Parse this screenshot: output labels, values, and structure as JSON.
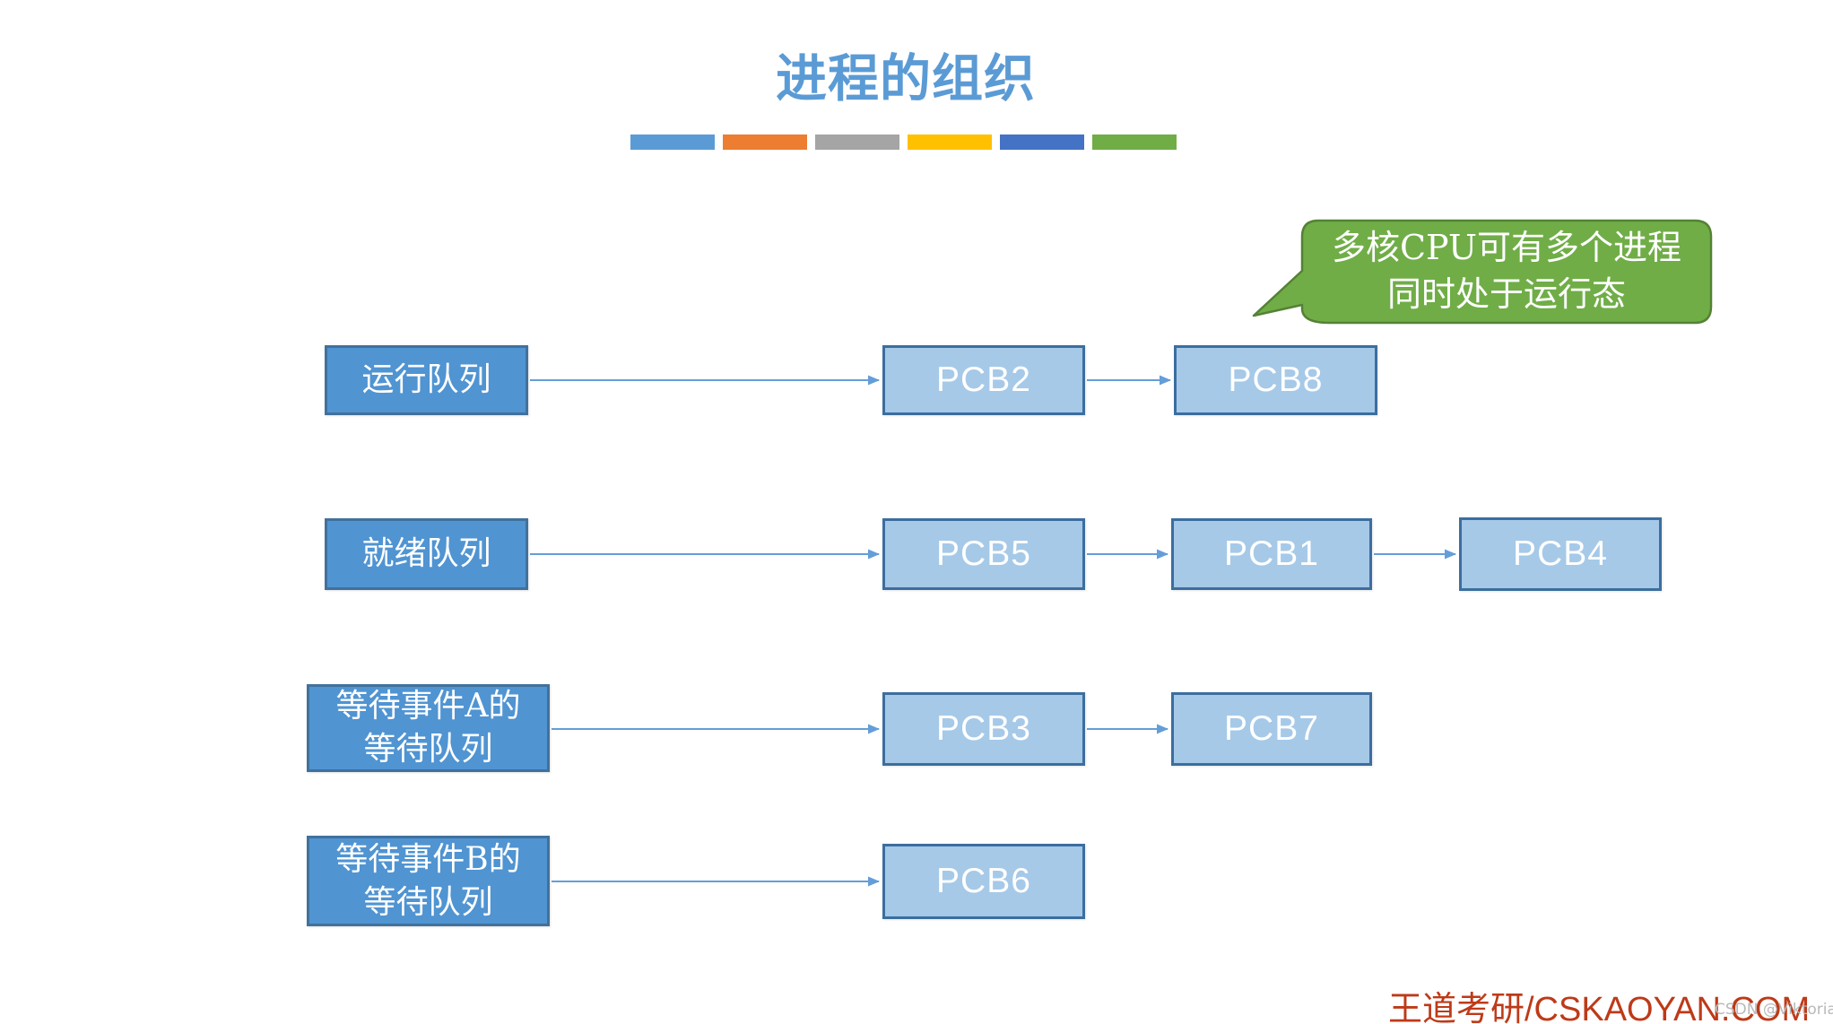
{
  "title": "进程的组织",
  "accent_bars": [
    "#5B9BD5",
    "#ED7D31",
    "#A5A5A5",
    "#FFC000",
    "#4472C4",
    "#70AD47"
  ],
  "callout": {
    "line1": "多核CPU可有多个进程",
    "line2": "同时处于运行态"
  },
  "rows": [
    {
      "label": "运行队列",
      "pcbs": [
        "PCB2",
        "PCB8"
      ]
    },
    {
      "label": "就绪队列",
      "pcbs": [
        "PCB5",
        "PCB1",
        "PCB4"
      ]
    },
    {
      "label": "等待事件A的\n等待队列",
      "pcbs": [
        "PCB3",
        "PCB7"
      ]
    },
    {
      "label": "等待事件B的\n等待队列",
      "pcbs": [
        "PCB6"
      ]
    }
  ],
  "footer": {
    "brand": "王道考研/CSKAOYAN.COM",
    "watermark": "CSDN @Viktoriae"
  },
  "colors": {
    "title-blue": "#5B9BD5",
    "arrow": "#649ED8",
    "queue-fill": "#5094D2",
    "queue-border": "#41719C",
    "pcb-fill": "#A6C9E8",
    "pcb-border": "#3C6E9F",
    "callout-fill": "#70AD47",
    "callout-border": "#548235",
    "brand-red": "#BE3A18",
    "watermark-gray": "#B9B9B9"
  }
}
